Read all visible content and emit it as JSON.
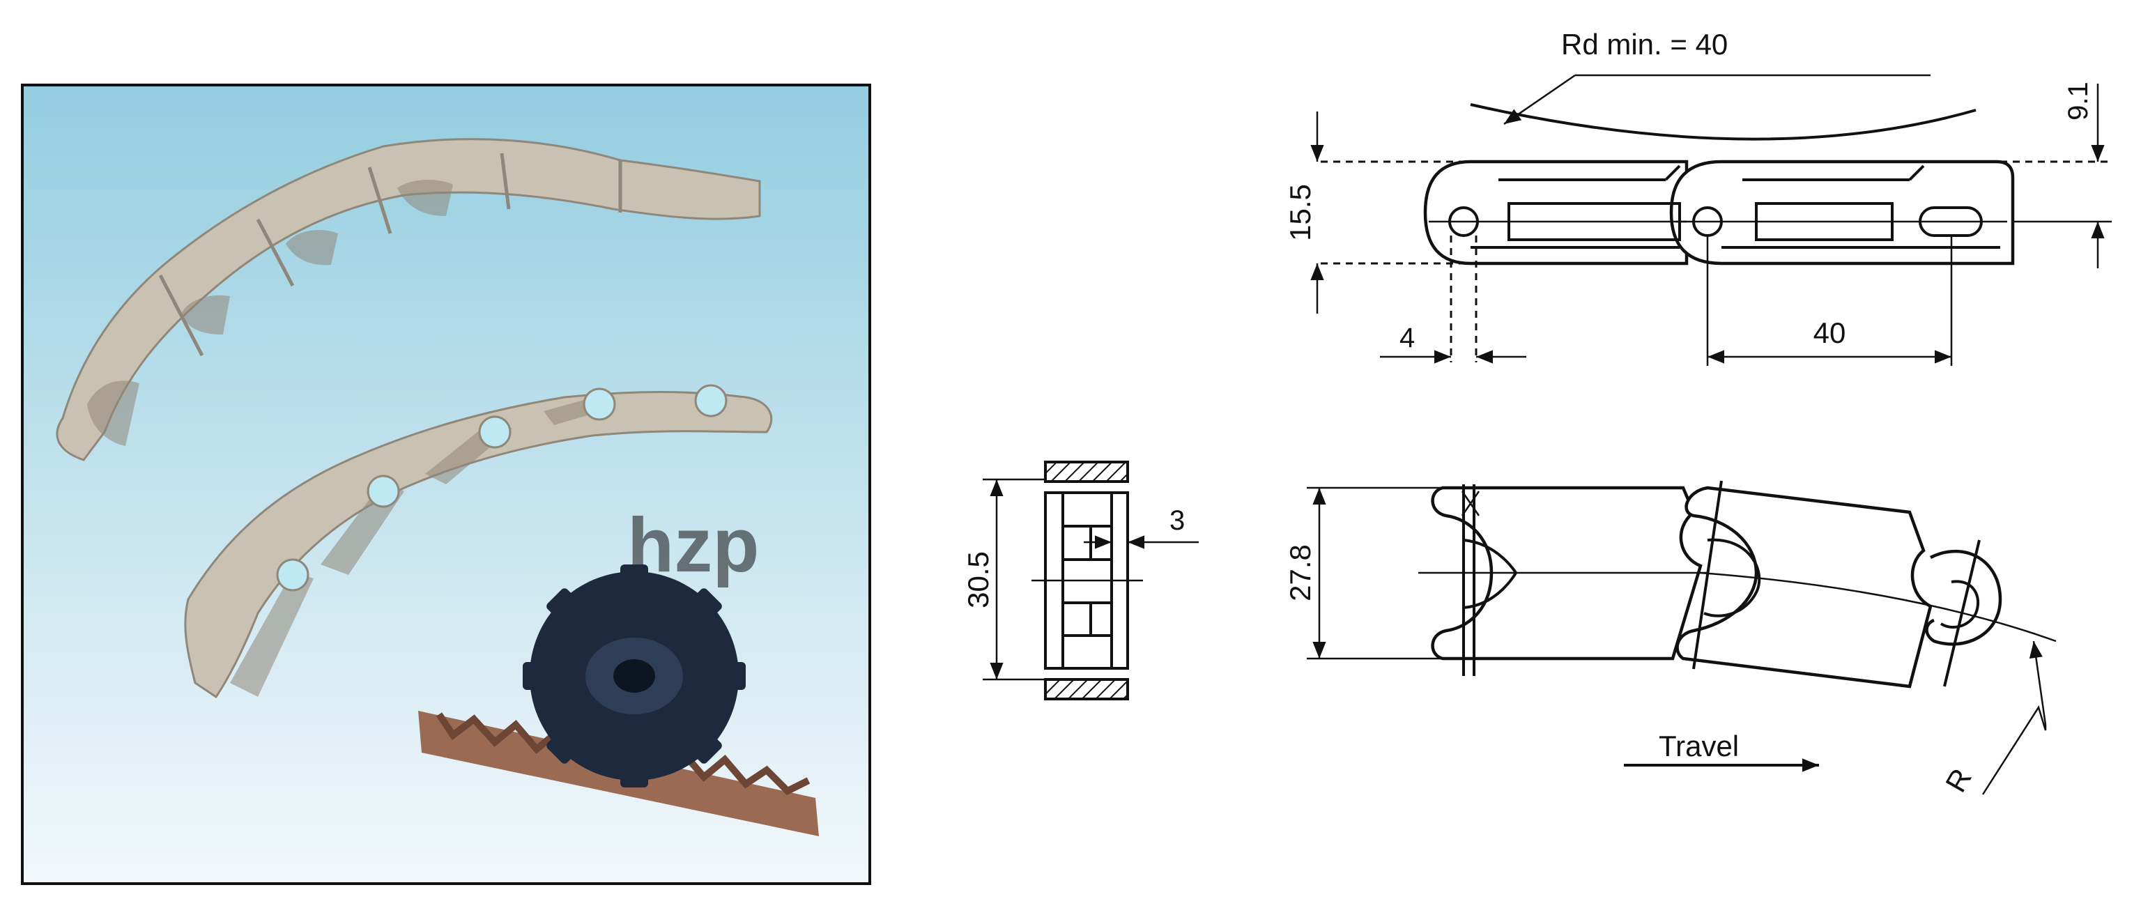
{
  "colors": {
    "sky_top": "#93cde0",
    "sky_bottom": "#f3f8fb",
    "chain_plastic": "#c9c1b2",
    "chain_shadow": "#8f8779",
    "pin": "#bfe9f2",
    "sprocket": "#1d2a3e",
    "lower_chain": "#9a6a52",
    "line": "#111111"
  },
  "photo": {
    "watermark": "hzp"
  },
  "side_view": {
    "radius_label": "Rd min. = 40",
    "height_label": "15.5",
    "offset_label": "9.1",
    "hole_label": "4",
    "pitch_label": "40"
  },
  "section_view": {
    "width_label": "30.5",
    "gap_label": "3"
  },
  "top_view": {
    "width_label": "27.8",
    "direction_label": "Travel",
    "side_radius_label": "R"
  }
}
